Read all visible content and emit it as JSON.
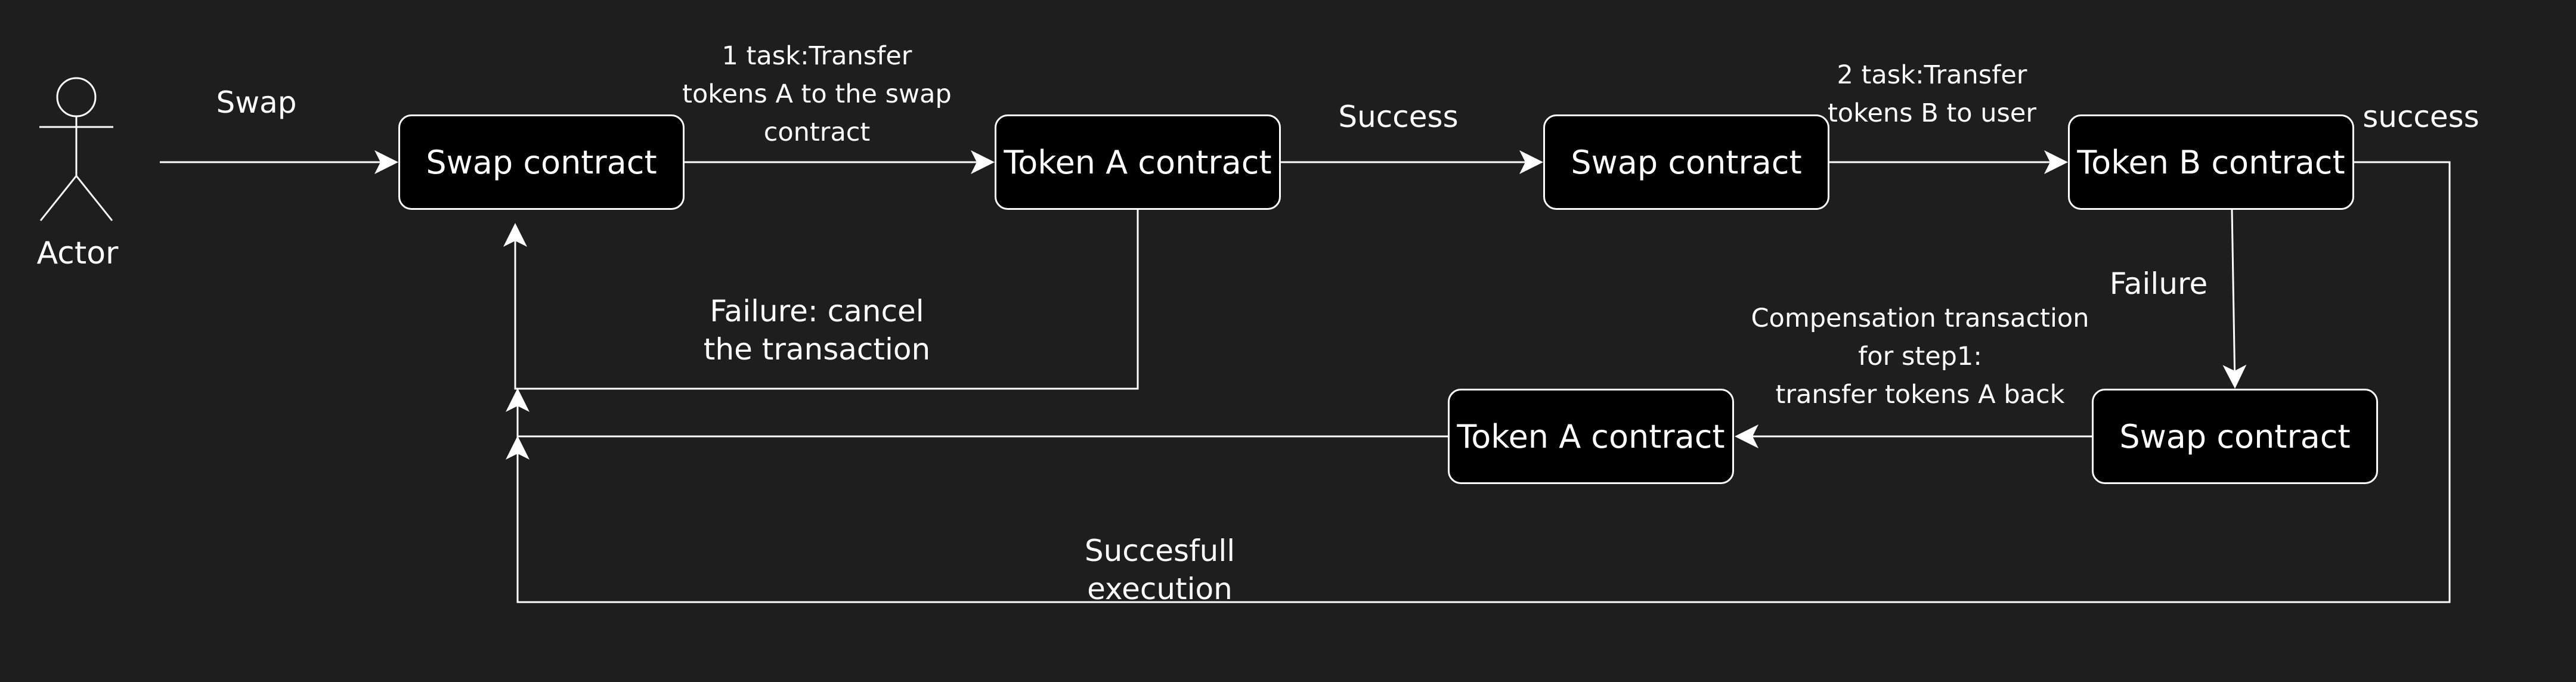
{
  "colors": {
    "background": "#1e1e1e",
    "box_fill": "#000000",
    "stroke": "#ffffff"
  },
  "actor": {
    "label": "Actor"
  },
  "boxes": {
    "swap_1": "Swap contract",
    "token_a_1": "Token A contract",
    "swap_2": "Swap contract",
    "token_b": "Token B contract",
    "token_a_2": "Token A contract",
    "swap_3": "Swap contract"
  },
  "edge_labels": {
    "swap": "Swap",
    "task1": "1 task:Transfer\ntokens A to the swap\ncontract",
    "success_1": "Success",
    "task2": "2 task:Transfer\ntokens B to user",
    "success_2": "success",
    "failure_cancel": "Failure: cancel\nthe transaction",
    "failure": "Failure",
    "compensation": "Compensation transaction\nfor step1:\ntransfer tokens A back",
    "successful_execution": "Succesfull\nexecution"
  }
}
